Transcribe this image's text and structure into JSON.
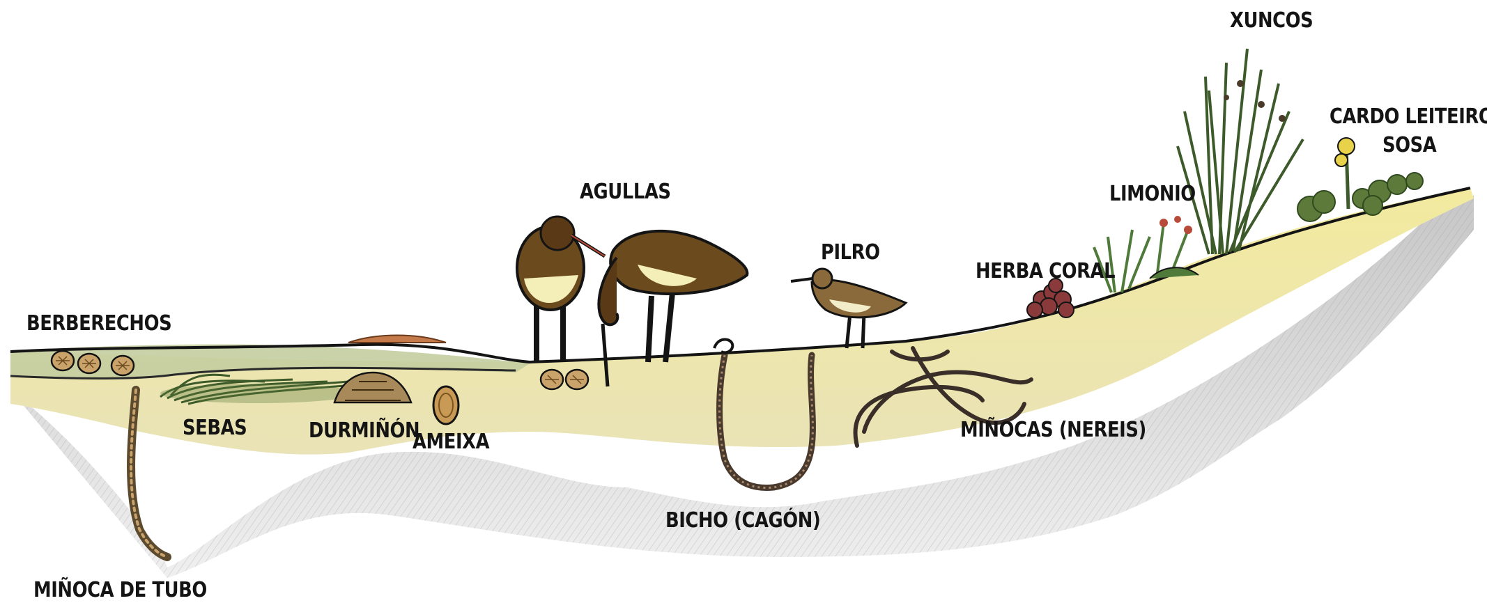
{
  "labels": {
    "berberechos": "BERBERECHOS",
    "sebas": "SEBAS",
    "durminon": "DURMIÑÓN",
    "ameixa": "AMEIXA",
    "minoca_tubo": "MIÑOCA DE TUBO",
    "agullas": "AGULLAS",
    "pilro": "PILRO",
    "bicho": "BICHO (CAGÓN)",
    "minocas_nereis": "MIÑOCAS (NEREIS)",
    "herba_coral": "HERBA CORAL",
    "limonio": "LIMONIO",
    "xuncos": "XUNCOS",
    "cardo": "CARDO LEITEIRO",
    "sosa": "SOSA"
  },
  "colors": {
    "sand": "#f0e6a6",
    "mud": "#c9c9c9",
    "water": "#b9c39a",
    "outline": "#141414",
    "bird_body": "#6b4a1e",
    "bird_belly": "#f4eeb8",
    "worm": "#6a4a3a",
    "plant_green": "#4f7a3a",
    "plant_red": "#b84a3a"
  }
}
